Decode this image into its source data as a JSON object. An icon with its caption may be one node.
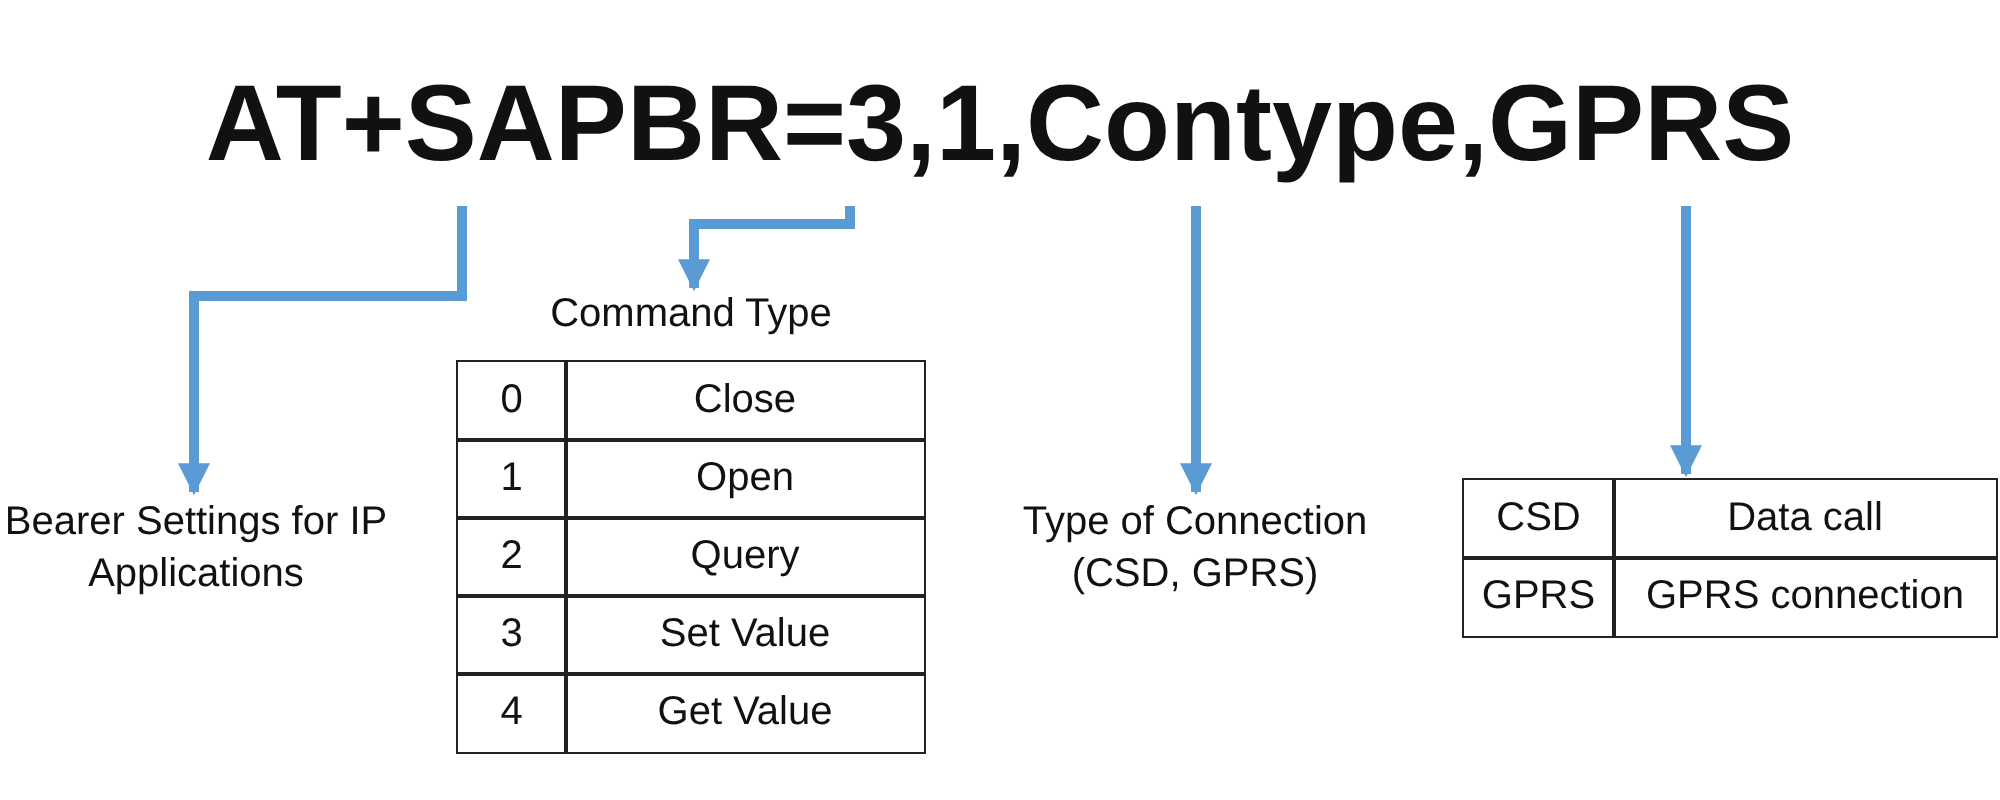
{
  "diagram": {
    "nodes": [
      {
        "text": [
          "AT+SAPBR=3,1,Contype,GPRS"
        ]
      },
      {
        "text": [
          "Bearer Settings for IP Applications"
        ]
      },
      {
        "text": [
          "Command Type",
          "0",
          "Close",
          "1",
          "Open",
          "2",
          "Query",
          "3",
          "Set Value",
          "4",
          "Get Value"
        ]
      },
      {
        "text": [
          "Type of Connection (CSD, GPRS)"
        ]
      },
      {
        "text": [
          "CSD",
          "Data call",
          "GPRS",
          "GPRS connection"
        ]
      }
    ],
    "edges": [
      {
        "from": 0,
        "to": 1,
        "arrow": "to"
      },
      {
        "from": 0,
        "to": 2,
        "arrow": "to"
      },
      {
        "from": 0,
        "to": 3,
        "arrow": "to"
      },
      {
        "from": 0,
        "to": 4,
        "arrow": "to"
      }
    ]
  }
}
